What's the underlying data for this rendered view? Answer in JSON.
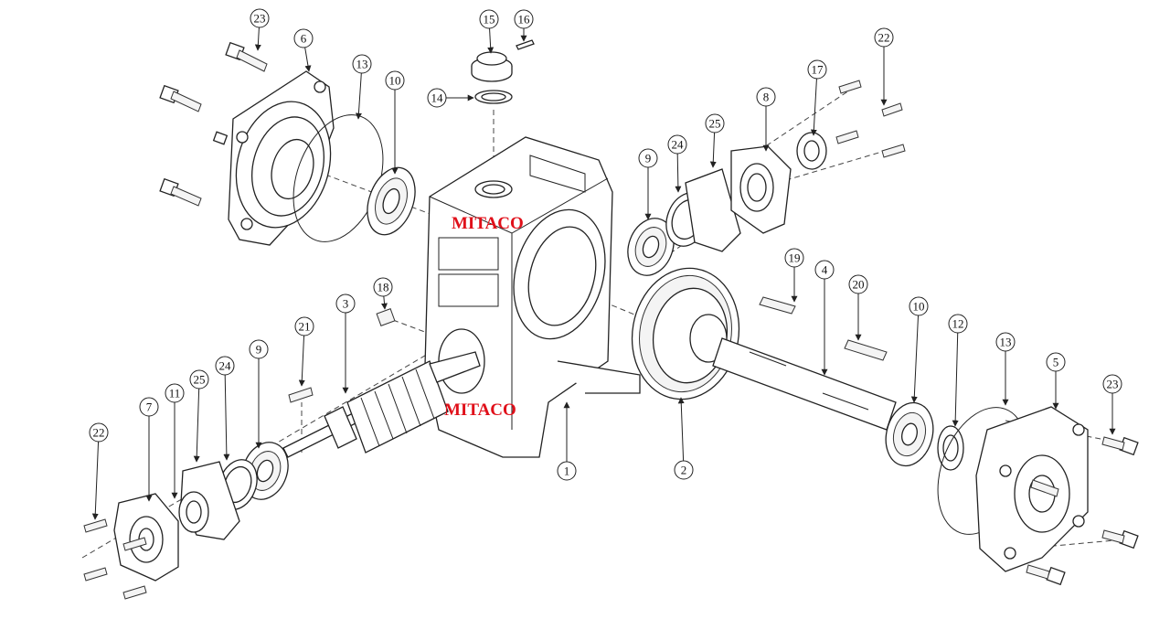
{
  "watermark": "MITACO",
  "watermark_color": "#e0101a",
  "callouts": [
    "1",
    "2",
    "3",
    "4",
    "5",
    "6",
    "7",
    "8",
    "9",
    "9",
    "10",
    "10",
    "11",
    "12",
    "13",
    "13",
    "14",
    "15",
    "16",
    "17",
    "18",
    "19",
    "20",
    "21",
    "22",
    "22",
    "23",
    "23",
    "24",
    "24",
    "25",
    "25"
  ]
}
